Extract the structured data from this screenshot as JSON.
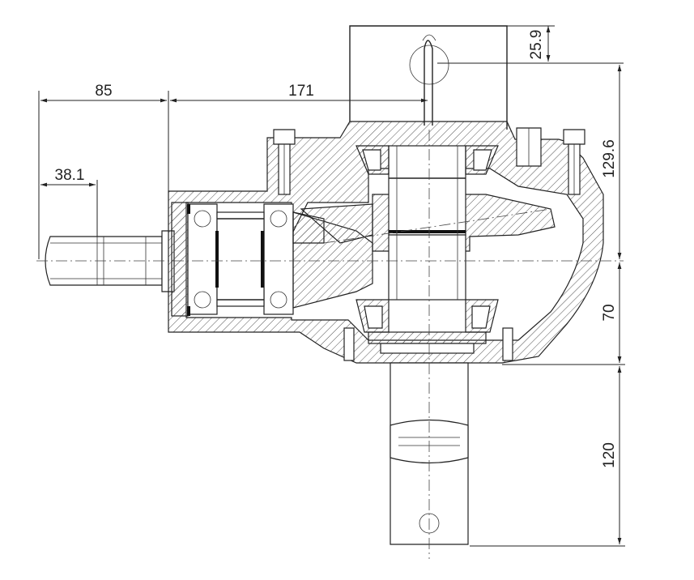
{
  "dimensions": {
    "d85": "85",
    "d38": "38.1",
    "d171": "171",
    "d25": "25.9",
    "d129": "129.6",
    "d70": "70",
    "d120": "120"
  }
}
